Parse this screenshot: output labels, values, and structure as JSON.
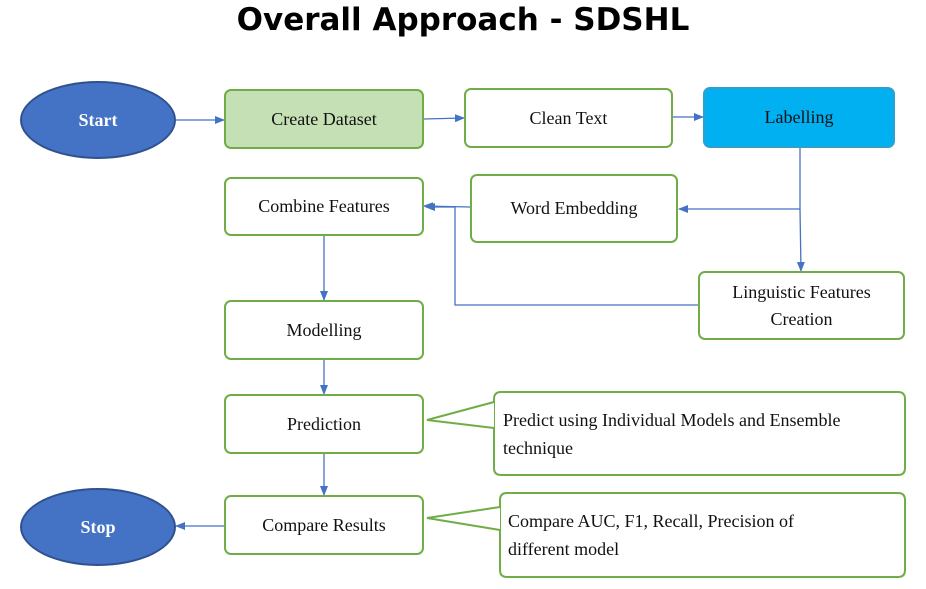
{
  "title": "Overall Approach - SDSHL",
  "nodes": {
    "start": "Start",
    "create_dataset": "Create Dataset",
    "clean_text": "Clean Text",
    "labelling": "Labelling",
    "combine_features": "Combine Features",
    "word_embedding": "Word Embedding",
    "linguistic_features": "Linguistic Features Creation",
    "modelling": "Modelling",
    "prediction": "Prediction",
    "compare_results": "Compare Results",
    "stop": "Stop"
  },
  "callouts": {
    "prediction_note": "Predict using Individual Models and Ensemble technique",
    "compare_note": "Compare AUC, F1, Recall, Precision of different model"
  },
  "colors": {
    "oval_fill": "#4472c4",
    "box_border": "#70ad47",
    "create_dataset_fill": "#c5e0b4",
    "labelling_fill": "#00b0f0",
    "connector": "#4472c4"
  }
}
